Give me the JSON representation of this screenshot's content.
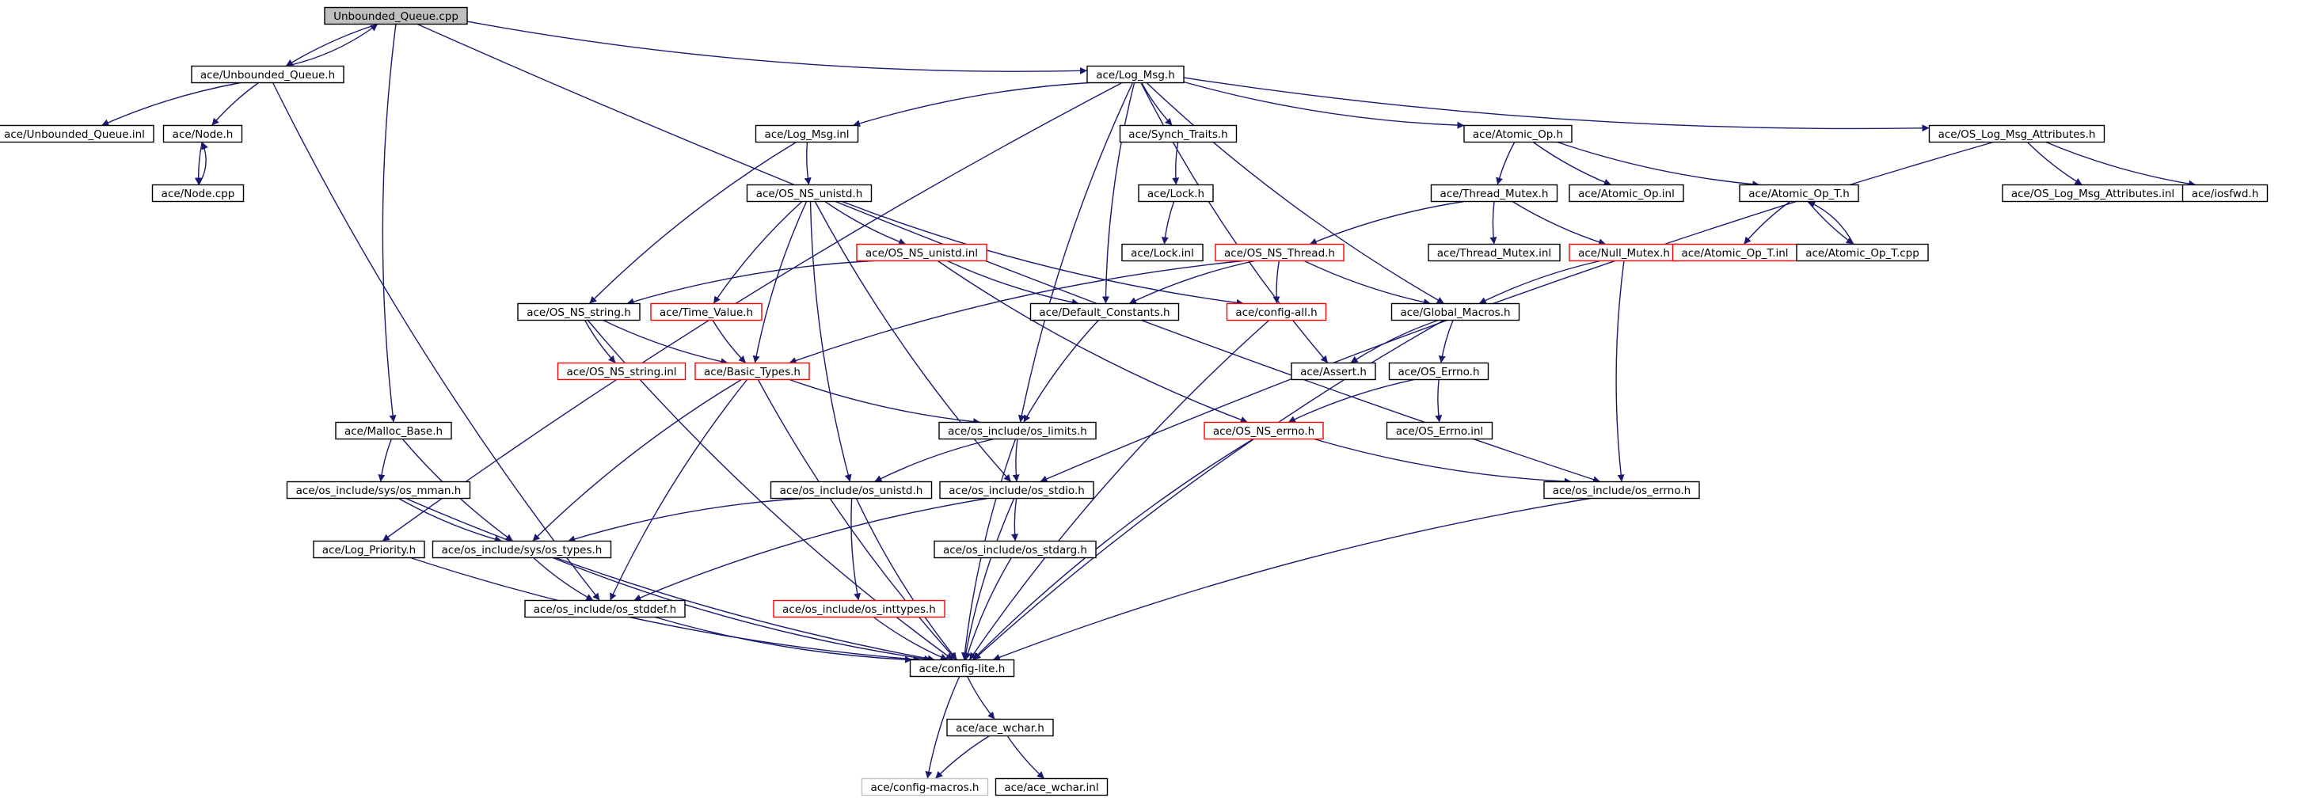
{
  "diagram": {
    "edge_color": "#191970",
    "incomplete_border_color": "#ff0000",
    "undocumented_border_color": "#bfbfbf",
    "root_fill": "#bfbfbf",
    "nodes": [
      {
        "id": "unbounded_queue_cpp",
        "label": "Unbounded_Queue.cpp",
        "kind": "root"
      },
      {
        "id": "unbounded_queue_h",
        "label": "ace/Unbounded_Queue.h",
        "kind": "normal"
      },
      {
        "id": "log_msg_h",
        "label": "ace/Log_Msg.h",
        "kind": "normal"
      },
      {
        "id": "unbounded_queue_inl",
        "label": "ace/Unbounded_Queue.inl",
        "kind": "normal"
      },
      {
        "id": "node_h",
        "label": "ace/Node.h",
        "kind": "normal"
      },
      {
        "id": "node_cpp",
        "label": "ace/Node.cpp",
        "kind": "normal"
      },
      {
        "id": "log_msg_inl",
        "label": "ace/Log_Msg.inl",
        "kind": "normal"
      },
      {
        "id": "synch_traits_h",
        "label": "ace/Synch_Traits.h",
        "kind": "normal"
      },
      {
        "id": "atomic_op_h",
        "label": "ace/Atomic_Op.h",
        "kind": "normal"
      },
      {
        "id": "os_log_msg_attributes_h",
        "label": "ace/OS_Log_Msg_Attributes.h",
        "kind": "normal"
      },
      {
        "id": "os_ns_unistd_h",
        "label": "ace/OS_NS_unistd.h",
        "kind": "normal"
      },
      {
        "id": "lock_h",
        "label": "ace/Lock.h",
        "kind": "normal"
      },
      {
        "id": "thread_mutex_h",
        "label": "ace/Thread_Mutex.h",
        "kind": "normal"
      },
      {
        "id": "atomic_op_inl",
        "label": "ace/Atomic_Op.inl",
        "kind": "normal"
      },
      {
        "id": "atomic_op_t_h",
        "label": "ace/Atomic_Op_T.h",
        "kind": "normal"
      },
      {
        "id": "os_log_msg_attributes_inl",
        "label": "ace/OS_Log_Msg_Attributes.inl",
        "kind": "normal"
      },
      {
        "id": "iosfwd_h",
        "label": "ace/iosfwd.h",
        "kind": "normal"
      },
      {
        "id": "lock_inl",
        "label": "ace/Lock.inl",
        "kind": "normal"
      },
      {
        "id": "os_ns_unistd_inl",
        "label": "ace/OS_NS_unistd.inl",
        "kind": "incomplete"
      },
      {
        "id": "os_ns_thread_h",
        "label": "ace/OS_NS_Thread.h",
        "kind": "incomplete"
      },
      {
        "id": "thread_mutex_inl",
        "label": "ace/Thread_Mutex.inl",
        "kind": "normal"
      },
      {
        "id": "null_mutex_h",
        "label": "ace/Null_Mutex.h",
        "kind": "incomplete"
      },
      {
        "id": "atomic_op_t_inl",
        "label": "ace/Atomic_Op_T.inl",
        "kind": "incomplete"
      },
      {
        "id": "atomic_op_t_cpp",
        "label": "ace/Atomic_Op_T.cpp",
        "kind": "normal"
      },
      {
        "id": "os_ns_string_h",
        "label": "ace/OS_NS_string.h",
        "kind": "normal"
      },
      {
        "id": "time_value_h",
        "label": "ace/Time_Value.h",
        "kind": "incomplete"
      },
      {
        "id": "default_constants_h",
        "label": "ace/Default_Constants.h",
        "kind": "normal"
      },
      {
        "id": "config_all_h",
        "label": "ace/config-all.h",
        "kind": "incomplete"
      },
      {
        "id": "global_macros_h",
        "label": "ace/Global_Macros.h",
        "kind": "normal"
      },
      {
        "id": "os_ns_string_inl",
        "label": "ace/OS_NS_string.inl",
        "kind": "incomplete"
      },
      {
        "id": "basic_types_h",
        "label": "ace/Basic_Types.h",
        "kind": "incomplete"
      },
      {
        "id": "assert_h",
        "label": "ace/Assert.h",
        "kind": "normal"
      },
      {
        "id": "os_errno_h",
        "label": "ace/OS_Errno.h",
        "kind": "normal"
      },
      {
        "id": "malloc_base_h",
        "label": "ace/Malloc_Base.h",
        "kind": "normal"
      },
      {
        "id": "os_limits_h",
        "label": "ace/os_include/os_limits.h",
        "kind": "normal"
      },
      {
        "id": "os_ns_errno_h",
        "label": "ace/OS_NS_errno.h",
        "kind": "incomplete"
      },
      {
        "id": "os_errno_inl",
        "label": "ace/OS_Errno.inl",
        "kind": "normal"
      },
      {
        "id": "sys_os_mman_h",
        "label": "ace/os_include/sys/os_mman.h",
        "kind": "normal"
      },
      {
        "id": "os_unistd_h",
        "label": "ace/os_include/os_unistd.h",
        "kind": "normal"
      },
      {
        "id": "os_stdio_h",
        "label": "ace/os_include/os_stdio.h",
        "kind": "normal"
      },
      {
        "id": "os_include_errno_h",
        "label": "ace/os_include/os_errno.h",
        "kind": "normal"
      },
      {
        "id": "log_priority_h",
        "label": "ace/Log_Priority.h",
        "kind": "normal"
      },
      {
        "id": "sys_os_types_h",
        "label": "ace/os_include/sys/os_types.h",
        "kind": "normal"
      },
      {
        "id": "os_stdarg_h",
        "label": "ace/os_include/os_stdarg.h",
        "kind": "normal"
      },
      {
        "id": "os_stddef_h",
        "label": "ace/os_include/os_stddef.h",
        "kind": "normal"
      },
      {
        "id": "os_inttypes_h",
        "label": "ace/os_include/os_inttypes.h",
        "kind": "incomplete"
      },
      {
        "id": "config_lite_h",
        "label": "ace/config-lite.h",
        "kind": "normal"
      },
      {
        "id": "ace_wchar_h",
        "label": "ace/ace_wchar.h",
        "kind": "normal"
      },
      {
        "id": "config_macros_h",
        "label": "ace/config-macros.h",
        "kind": "undoc"
      },
      {
        "id": "ace_wchar_inl",
        "label": "ace/ace_wchar.inl",
        "kind": "normal"
      }
    ],
    "edges": [
      [
        "unbounded_queue_cpp",
        "unbounded_queue_h"
      ],
      [
        "unbounded_queue_h",
        "unbounded_queue_cpp"
      ],
      [
        "unbounded_queue_cpp",
        "log_msg_h"
      ],
      [
        "unbounded_queue_cpp",
        "malloc_base_h"
      ],
      [
        "unbounded_queue_cpp",
        "os_include_errno_h"
      ],
      [
        "unbounded_queue_h",
        "unbounded_queue_inl"
      ],
      [
        "unbounded_queue_h",
        "node_h"
      ],
      [
        "unbounded_queue_h",
        "os_stddef_h"
      ],
      [
        "node_h",
        "node_cpp"
      ],
      [
        "node_cpp",
        "node_h"
      ],
      [
        "log_msg_h",
        "log_msg_inl"
      ],
      [
        "log_msg_h",
        "synch_traits_h"
      ],
      [
        "log_msg_h",
        "atomic_op_h"
      ],
      [
        "log_msg_h",
        "os_log_msg_attributes_h"
      ],
      [
        "log_msg_h",
        "default_constants_h"
      ],
      [
        "log_msg_h",
        "global_macros_h"
      ],
      [
        "log_msg_h",
        "assert_h"
      ],
      [
        "log_msg_h",
        "os_limits_h"
      ],
      [
        "log_msg_h",
        "log_priority_h"
      ],
      [
        "log_msg_inl",
        "os_ns_unistd_h"
      ],
      [
        "log_msg_inl",
        "os_ns_string_h"
      ],
      [
        "synch_traits_h",
        "lock_h"
      ],
      [
        "lock_h",
        "lock_inl"
      ],
      [
        "atomic_op_h",
        "thread_mutex_h"
      ],
      [
        "atomic_op_h",
        "atomic_op_inl"
      ],
      [
        "atomic_op_h",
        "atomic_op_t_h"
      ],
      [
        "os_log_msg_attributes_h",
        "os_log_msg_attributes_inl"
      ],
      [
        "os_log_msg_attributes_h",
        "iosfwd_h"
      ],
      [
        "os_log_msg_attributes_h",
        "os_stdio_h"
      ],
      [
        "os_ns_unistd_h",
        "os_ns_unistd_inl"
      ],
      [
        "os_ns_unistd_h",
        "time_value_h"
      ],
      [
        "os_ns_unistd_h",
        "basic_types_h"
      ],
      [
        "os_ns_unistd_h",
        "config_all_h"
      ],
      [
        "os_ns_unistd_h",
        "os_unistd_h"
      ],
      [
        "os_ns_unistd_h",
        "os_stdio_h"
      ],
      [
        "thread_mutex_h",
        "os_ns_thread_h"
      ],
      [
        "thread_mutex_h",
        "thread_mutex_inl"
      ],
      [
        "thread_mutex_h",
        "null_mutex_h"
      ],
      [
        "atomic_op_t_h",
        "atomic_op_t_inl"
      ],
      [
        "atomic_op_t_h",
        "atomic_op_t_cpp"
      ],
      [
        "atomic_op_t_cpp",
        "atomic_op_t_h"
      ],
      [
        "os_ns_unistd_inl",
        "os_ns_string_h"
      ],
      [
        "os_ns_unistd_inl",
        "default_constants_h"
      ],
      [
        "os_ns_unistd_inl",
        "os_ns_errno_h"
      ],
      [
        "os_ns_thread_h",
        "default_constants_h"
      ],
      [
        "os_ns_thread_h",
        "config_all_h"
      ],
      [
        "os_ns_thread_h",
        "global_macros_h"
      ],
      [
        "os_ns_thread_h",
        "basic_types_h"
      ],
      [
        "null_mutex_h",
        "global_macros_h"
      ],
      [
        "null_mutex_h",
        "os_include_errno_h"
      ],
      [
        "os_ns_string_h",
        "os_ns_string_inl"
      ],
      [
        "os_ns_string_h",
        "basic_types_h"
      ],
      [
        "os_ns_string_h",
        "config_lite_h"
      ],
      [
        "time_value_h",
        "basic_types_h"
      ],
      [
        "default_constants_h",
        "os_limits_h"
      ],
      [
        "config_all_h",
        "config_lite_h"
      ],
      [
        "global_macros_h",
        "assert_h"
      ],
      [
        "global_macros_h",
        "os_errno_h"
      ],
      [
        "global_macros_h",
        "config_lite_h"
      ],
      [
        "basic_types_h",
        "os_limits_h"
      ],
      [
        "basic_types_h",
        "sys_os_types_h"
      ],
      [
        "basic_types_h",
        "os_stddef_h"
      ],
      [
        "basic_types_h",
        "config_lite_h"
      ],
      [
        "os_errno_h",
        "os_ns_errno_h"
      ],
      [
        "os_errno_h",
        "os_errno_inl"
      ],
      [
        "malloc_base_h",
        "sys_os_mman_h"
      ],
      [
        "malloc_base_h",
        "sys_os_types_h"
      ],
      [
        "os_limits_h",
        "os_unistd_h"
      ],
      [
        "os_limits_h",
        "os_stdio_h"
      ],
      [
        "os_limits_h",
        "config_lite_h"
      ],
      [
        "os_ns_errno_h",
        "os_include_errno_h"
      ],
      [
        "os_ns_errno_h",
        "config_lite_h"
      ],
      [
        "sys_os_mman_h",
        "sys_os_types_h"
      ],
      [
        "sys_os_mman_h",
        "config_lite_h"
      ],
      [
        "os_unistd_h",
        "sys_os_types_h"
      ],
      [
        "os_unistd_h",
        "os_inttypes_h"
      ],
      [
        "os_unistd_h",
        "config_lite_h"
      ],
      [
        "os_stdio_h",
        "os_stdarg_h"
      ],
      [
        "os_stdio_h",
        "os_stddef_h"
      ],
      [
        "os_stdio_h",
        "config_lite_h"
      ],
      [
        "os_include_errno_h",
        "config_lite_h"
      ],
      [
        "log_priority_h",
        "config_lite_h"
      ],
      [
        "sys_os_types_h",
        "os_stddef_h"
      ],
      [
        "sys_os_types_h",
        "config_lite_h"
      ],
      [
        "os_stdarg_h",
        "config_lite_h"
      ],
      [
        "os_stddef_h",
        "config_lite_h"
      ],
      [
        "os_inttypes_h",
        "config_lite_h"
      ],
      [
        "config_lite_h",
        "ace_wchar_h"
      ],
      [
        "config_lite_h",
        "config_macros_h"
      ],
      [
        "ace_wchar_h",
        "config_macros_h"
      ],
      [
        "ace_wchar_h",
        "ace_wchar_inl"
      ]
    ]
  }
}
